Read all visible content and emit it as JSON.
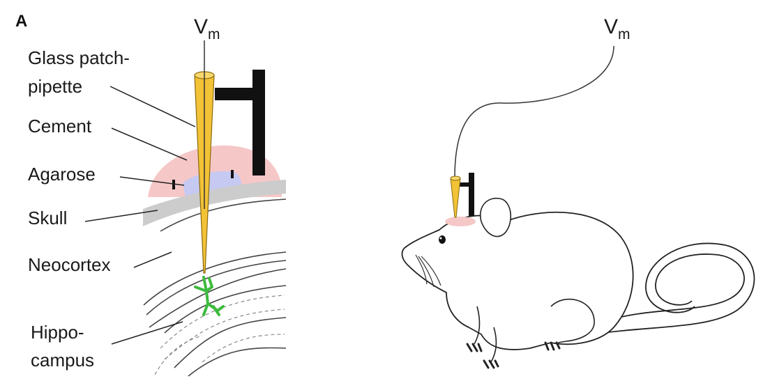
{
  "panel_label": "A",
  "labels": {
    "glass_line1": "Glass patch-",
    "glass_line2": "pipette",
    "cement": "Cement",
    "agarose": "Agarose",
    "skull": "Skull",
    "neocortex": "Neocortex",
    "hippo_line1": "Hippo-",
    "hippo_line2": "campus"
  },
  "vm": {
    "main": "V",
    "sub": "m"
  },
  "colors": {
    "pipette": "#f2c237",
    "cement": "#f6c7c7",
    "agarose": "#c6c9f1",
    "skull": "#cccccc",
    "neuron": "#3dbb3d",
    "holder": "#111111"
  }
}
